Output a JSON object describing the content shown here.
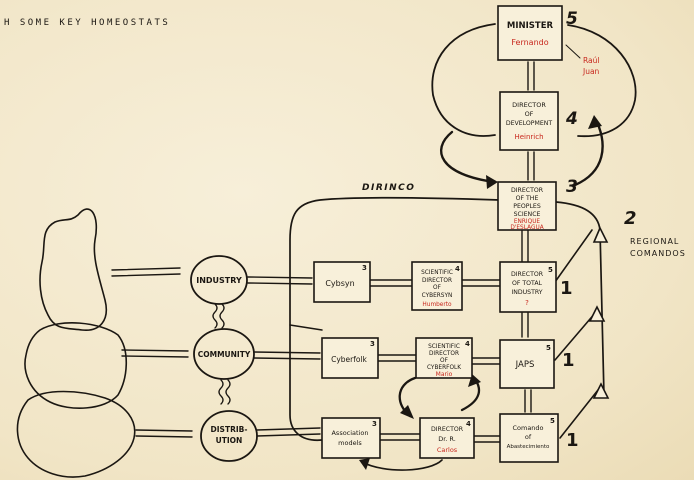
{
  "title": "H SOME KEY HOMEOSTATS",
  "labels": {
    "dirinco": "DIRINCO",
    "regional": [
      "REGIONAL",
      "COMANDOS"
    ]
  },
  "levels": {
    "level5": "5",
    "level4": "4",
    "level3": "3",
    "level2": "2",
    "level1": [
      "1",
      "1",
      "1"
    ]
  },
  "boxes": {
    "minister": {
      "lines": [
        "MINISTER"
      ],
      "red": "Fernando",
      "num": "5"
    },
    "raul": [
      "Raúl",
      "Juan"
    ],
    "director_dev": {
      "lines": [
        "DIRECTOR",
        "OF",
        "DEVELOPMENT"
      ],
      "red": "Heinrich"
    },
    "director_science": {
      "lines": [
        "DIRECTOR",
        "OF THE",
        "PEOPLES",
        "SCIENCE"
      ],
      "red": [
        "ENRIQUE",
        "D'ESLAGUA"
      ]
    },
    "cybsyn": {
      "lines": [
        "Cybsyn"
      ],
      "num": "3"
    },
    "sci_cybsyn": {
      "lines": [
        "SCIENTIFIC",
        "DIRECTOR",
        "OF",
        "CYBERSYN"
      ],
      "red": "Humberto",
      "num": "4"
    },
    "dir_total": {
      "lines": [
        "DIRECTOR",
        "OF TOTAL",
        "INDUSTRY"
      ],
      "red": "?",
      "num": "5"
    },
    "cyberfolk": {
      "lines": [
        "Cyberfolk"
      ],
      "num": "3"
    },
    "sci_cyberfolk": {
      "lines": [
        "SCIENTIFIC",
        "DIRECTOR",
        "OF",
        "CYBERFOLK"
      ],
      "red": "Mario",
      "num": "4"
    },
    "japs": {
      "lines": [
        "JAPS"
      ],
      "num": "5"
    },
    "assoc": {
      "lines": [
        "Association",
        "models"
      ],
      "num": "3"
    },
    "dir_dr": {
      "lines": [
        "DIRECTOR",
        "Dr. R."
      ],
      "red": "Carlos",
      "num": "4"
    },
    "comando": {
      "lines": [
        "Comando",
        "of",
        "Abastecimiento"
      ],
      "num": "5"
    }
  },
  "circles": [
    "INDUSTRY",
    "COMMUNITY",
    [
      "DISTRIB-",
      "UTION"
    ]
  ]
}
